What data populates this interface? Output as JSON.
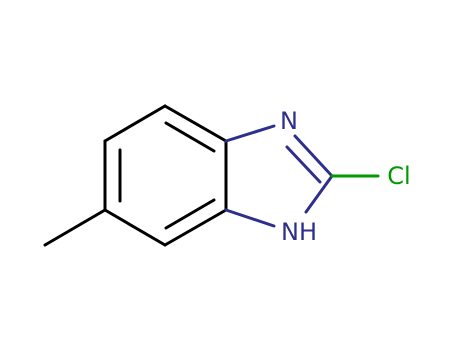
{
  "molecule": {
    "atoms": {
      "n_imine": "N",
      "nh": "NH",
      "cl": "Cl"
    },
    "colors": {
      "bond": "#000000",
      "nitrogen": "#2e2f8c",
      "chlorine": "#009900"
    }
  }
}
